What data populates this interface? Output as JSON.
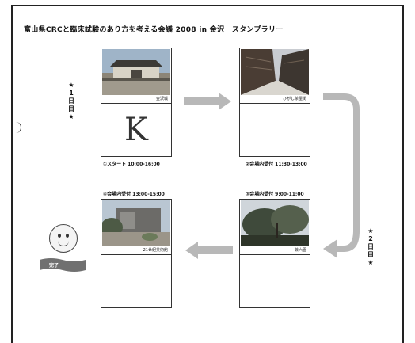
{
  "title": "富山県CRCと臨床試験のあり方を考える会議 2008 in 金沢　スタンプラリー",
  "day1_label": [
    "★",
    "1",
    "日",
    "目",
    "★"
  ],
  "day2_label": [
    "★",
    "2",
    "日",
    "目",
    "★"
  ],
  "cards": [
    {
      "caption": "金沢城",
      "stamp": "K",
      "label": "①スタート 10:00-16:00"
    },
    {
      "caption": "ひがし茶屋街",
      "stamp": "",
      "label": "②会場内受付 11:30-13:00"
    },
    {
      "caption": "兼六園",
      "stamp": "",
      "label": "③会場内受付 9:00-11:00"
    },
    {
      "caption": "21世紀美術館",
      "stamp": "",
      "label": "④会場内受付 13:00-15:00"
    }
  ],
  "goal": "完了",
  "colors": {
    "arrow": "#b8b8b8",
    "banner": "#707070"
  },
  "icons": [
    "smiley-face-icon",
    "arrow-right-icon",
    "arrow-curve-down-icon",
    "arrow-left-icon",
    "goal-banner-icon"
  ]
}
